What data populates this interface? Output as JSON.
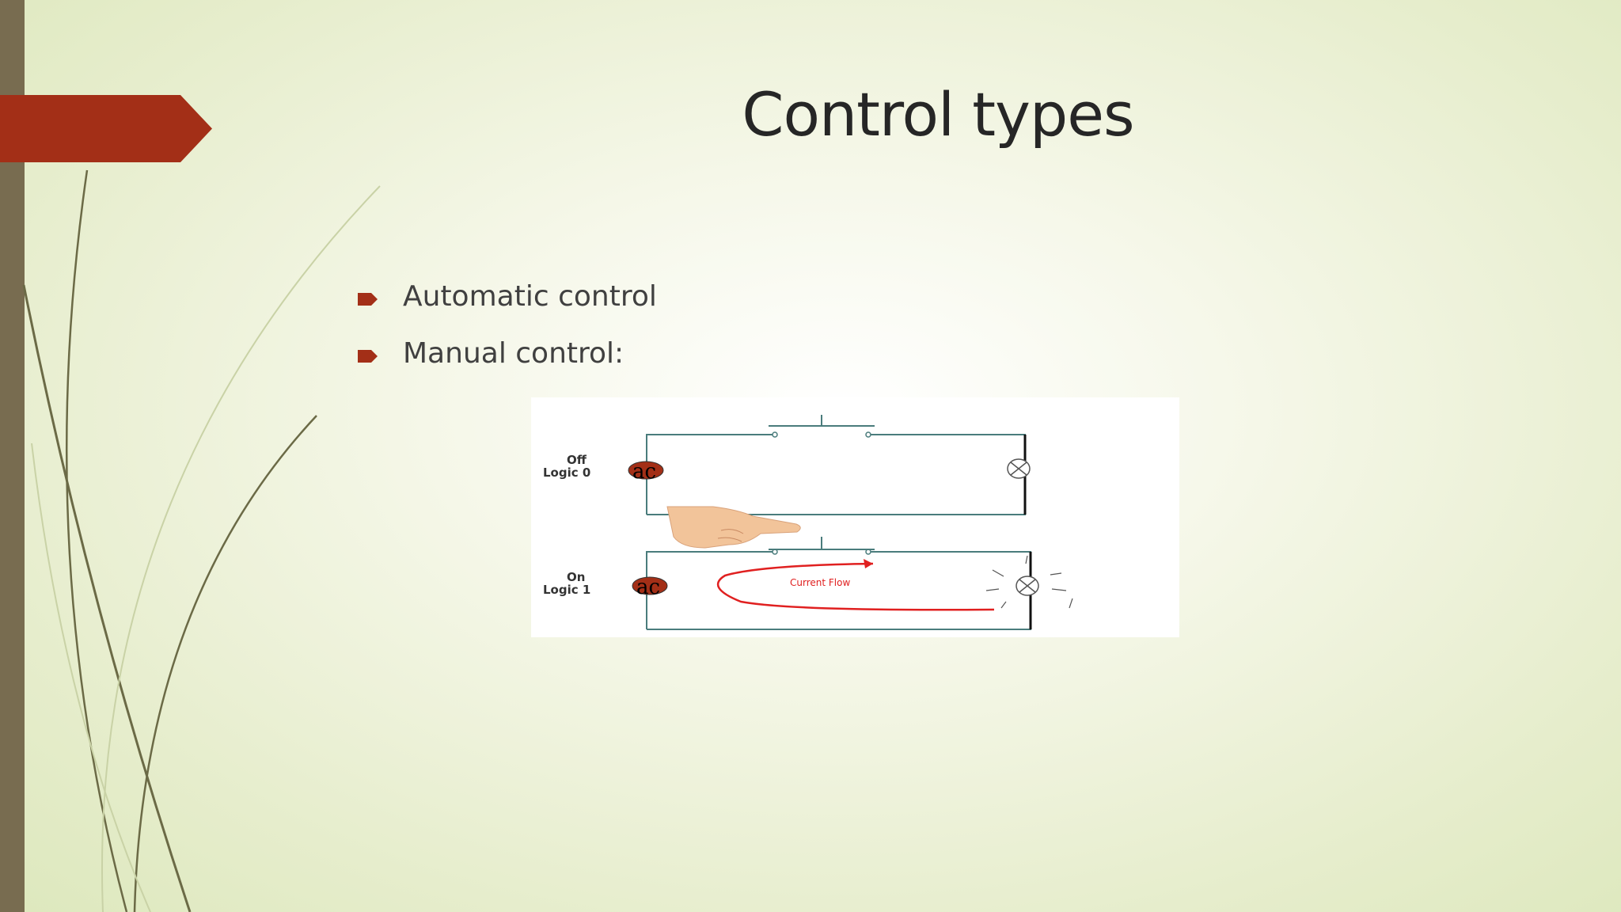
{
  "slide": {
    "title": "Control types",
    "bullets": [
      "Automatic control",
      "Manual control:"
    ],
    "accent_color": "#a32f17",
    "sidebar_color": "#786c50"
  },
  "diagram": {
    "off_state": "Off",
    "off_logic": "Logic 0",
    "on_state": "On",
    "on_logic": "Logic 1",
    "source_label": "ac",
    "flow_label": "Current Flow"
  }
}
